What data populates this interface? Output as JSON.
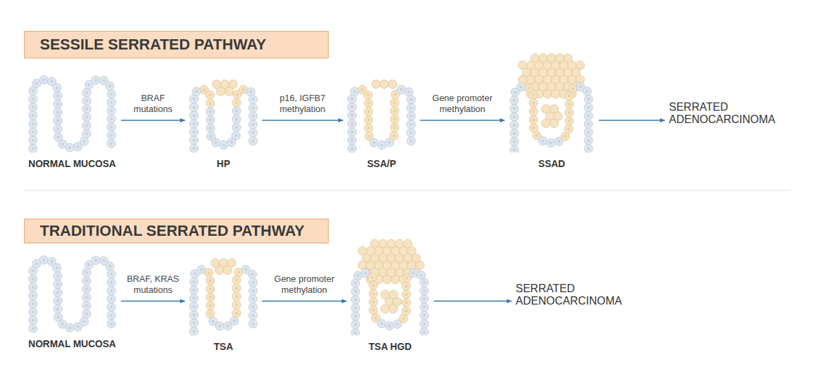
{
  "diagram": {
    "nodes": [
      {
        "text": [
          "SESSILE SERRATED PATHWAY"
        ]
      },
      {
        "text": [
          "NORMAL MUCOSA"
        ]
      },
      {
        "text": [
          "HP"
        ]
      },
      {
        "text": [
          "SSA/P"
        ]
      },
      {
        "text": [
          "SSAD"
        ]
      },
      {
        "text": [
          "SERRATED ADENOCARCINOMA"
        ]
      },
      {
        "text": [
          "TRADITIONAL SERRATED PATHWAY"
        ]
      },
      {
        "text": [
          "NORMAL MUCOSA"
        ]
      },
      {
        "text": [
          "TSA"
        ]
      },
      {
        "text": [
          "TSA HGD"
        ]
      },
      {
        "text": [
          "SERRATED ADENOCARCINOMA"
        ]
      }
    ],
    "edges": [
      {
        "from": 1,
        "to": 2,
        "arrow": "to",
        "label": "BRAF mutations"
      },
      {
        "from": 2,
        "to": 3,
        "arrow": "to",
        "label": "p16, IGFB7 methylation"
      },
      {
        "from": 3,
        "to": 4,
        "arrow": "to",
        "label": "Gene promoter methylation"
      },
      {
        "from": 4,
        "to": 5,
        "arrow": "to"
      },
      {
        "from": 7,
        "to": 8,
        "arrow": "to",
        "label": "BRAF, KRAS mutations"
      },
      {
        "from": 8,
        "to": 9,
        "arrow": "to",
        "label": "Gene promoter methylation"
      },
      {
        "from": 9,
        "to": 10,
        "arrow": "to"
      }
    ]
  }
}
